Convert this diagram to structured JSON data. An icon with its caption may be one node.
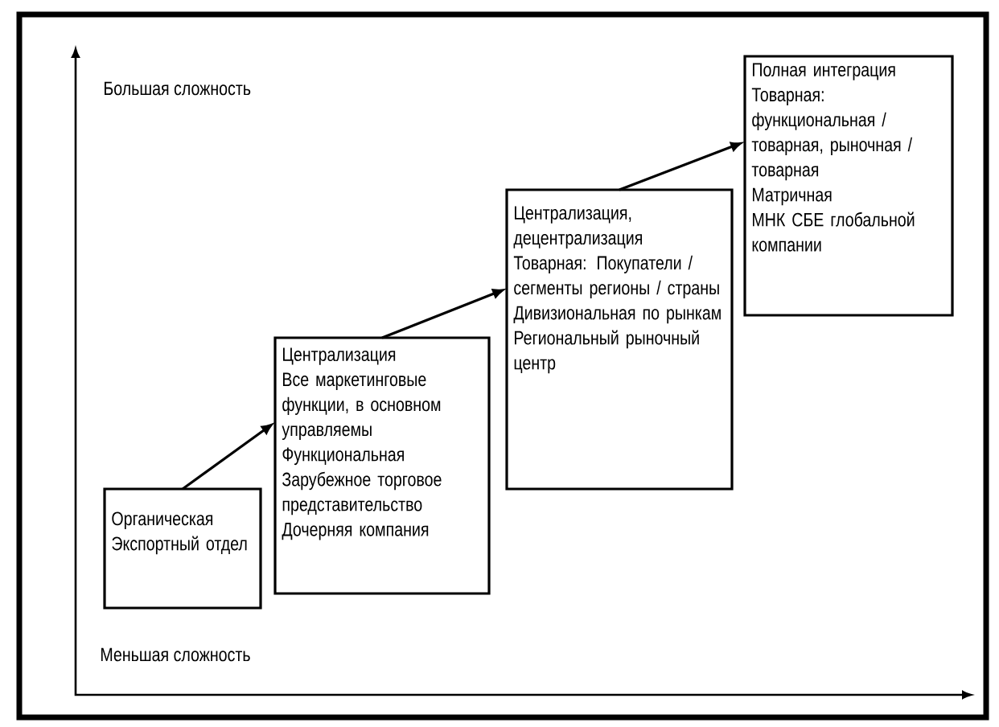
{
  "diagram": {
    "nodes": [
      {
        "text": [
          "Органическая",
          "Экспортный отдел"
        ]
      },
      {
        "text": [
          "Централизация",
          "Все маркетинговые функции, в основном управляемы",
          "Функциональная",
          "Зарубежное торговое представительство",
          "Дочерняя компания"
        ]
      },
      {
        "text": [
          "Централизация, децентрализация",
          "Товарная: Покупатели / сегменты регионы / страны",
          "Дивизиональная по рынкам",
          "Региональный рыночный центр"
        ]
      },
      {
        "text": [
          "Полная интеграция",
          "Товарная: функциональная / товарная, рыночная / товарная",
          "Матричная",
          "МНК СБЕ глобальной компании"
        ]
      }
    ],
    "edges": [
      {
        "from": 0,
        "to": 1,
        "arrow": "to"
      },
      {
        "from": 1,
        "to": 2,
        "arrow": "to"
      },
      {
        "from": 2,
        "to": 3,
        "arrow": "to"
      }
    ],
    "labels": [
      "Большая сложность",
      "Меньшая сложность"
    ]
  }
}
